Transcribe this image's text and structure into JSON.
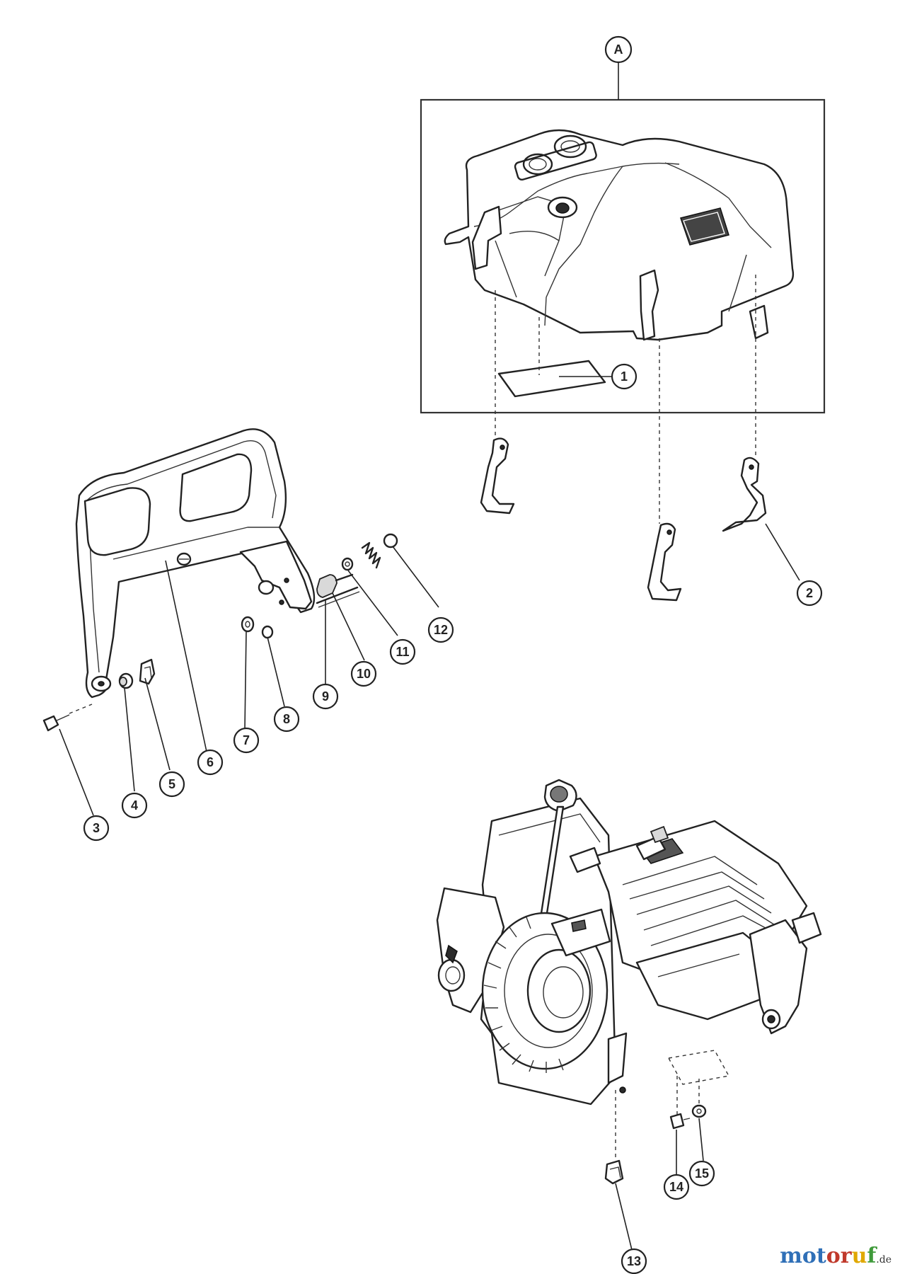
{
  "callouts": {
    "A": "A",
    "c1": "1",
    "c2": "2",
    "c3": "3",
    "c4": "4",
    "c5": "5",
    "c6": "6",
    "c7": "7",
    "c8": "8",
    "c9": "9",
    "c10": "10",
    "c11": "11",
    "c12": "12",
    "c13": "13",
    "c14": "14",
    "c15": "15"
  },
  "watermark": {
    "letters": [
      "m",
      "o",
      "t",
      "o",
      "r",
      "u",
      "f"
    ],
    "colors": [
      "#2f6fb7",
      "#2f6fb7",
      "#2f6fb7",
      "#c0392b",
      "#c0392b",
      "#e0a800",
      "#3f9a3a"
    ],
    "suffix": ".de"
  },
  "icons": {
    "cover": "top-cover-icon",
    "hand-guard": "hand-guard-icon",
    "engine": "engine-block-icon"
  }
}
